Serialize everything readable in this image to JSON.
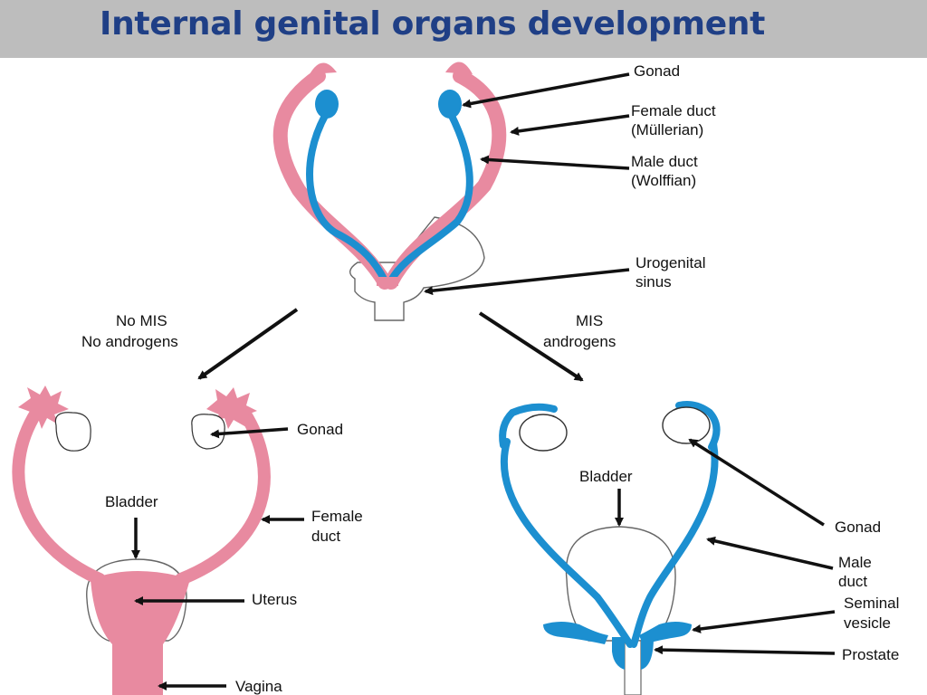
{
  "title": "Internal genital organs development",
  "colors": {
    "title_bar": "#bdbdbd",
    "title_text": "#1f3f86",
    "female_duct_pink": "#e88aa0",
    "male_duct_blue": "#1c8fd0"
  },
  "top_labels": {
    "gonad": "Gonad",
    "female_duct_l1": "Female duct",
    "female_duct_l2": "(Müllerian)",
    "male_duct_l1": "Male duct",
    "male_duct_l2": "(Wolffian)",
    "urogenital_l1": "Urogenital",
    "urogenital_l2": "sinus"
  },
  "pathways": {
    "left_l1": "No MIS",
    "left_l2": "No androgens",
    "right_l1": "MIS",
    "right_l2": "androgens"
  },
  "female_labels": {
    "gonad": "Gonad",
    "bladder": "Bladder",
    "duct_l1": "Female",
    "duct_l2": "duct",
    "uterus": "Uterus",
    "vagina": "Vagina"
  },
  "male_labels": {
    "bladder": "Bladder",
    "gonad": "Gonad",
    "duct_l1": "Male",
    "duct_l2": "duct",
    "seminal_l1": "Seminal",
    "seminal_l2": "vesicle",
    "prostate": "Prostate"
  }
}
